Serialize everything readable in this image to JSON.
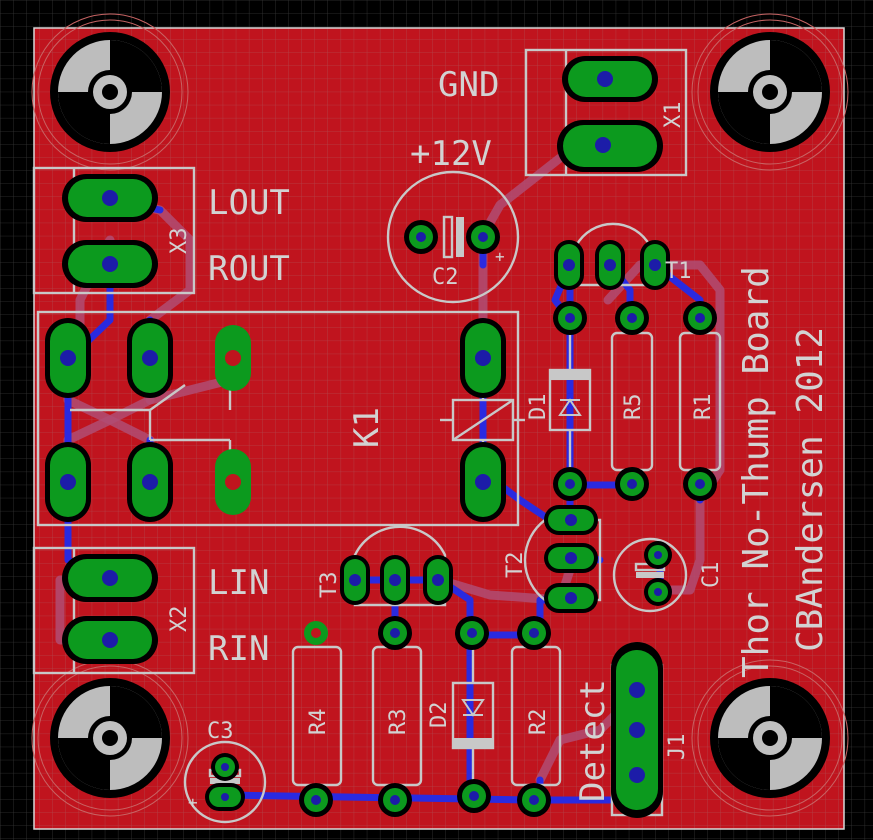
{
  "board": {
    "title": "Thor No-Thump Board",
    "author": "CBAndersen 2012",
    "copper_color": "#c0141e",
    "pad_color": "#0c9a1e",
    "silk_color": "#c8c8c8",
    "bottom_trace_color": "#2a2ae0",
    "top_trace_color": "#b04c73"
  },
  "connectors": {
    "x1": {
      "name": "X1",
      "pin1": "GND",
      "pin2": "+12V"
    },
    "x3": {
      "name": "X3",
      "pin1": "LOUT",
      "pin2": "ROUT"
    },
    "x2": {
      "name": "X2",
      "pin1": "LIN",
      "pin2": "RIN"
    },
    "j1": {
      "name": "J1",
      "label": "Detect"
    }
  },
  "parts": {
    "k1": "K1",
    "t1": "T1",
    "t2": "T2",
    "t3": "T3",
    "d1": "D1",
    "d2": "D2",
    "r1": "R1",
    "r2": "R2",
    "r3": "R3",
    "r4": "R4",
    "r5": "R5",
    "c1": "C1",
    "c2": "C2",
    "c3": "C3",
    "plus": "+"
  }
}
